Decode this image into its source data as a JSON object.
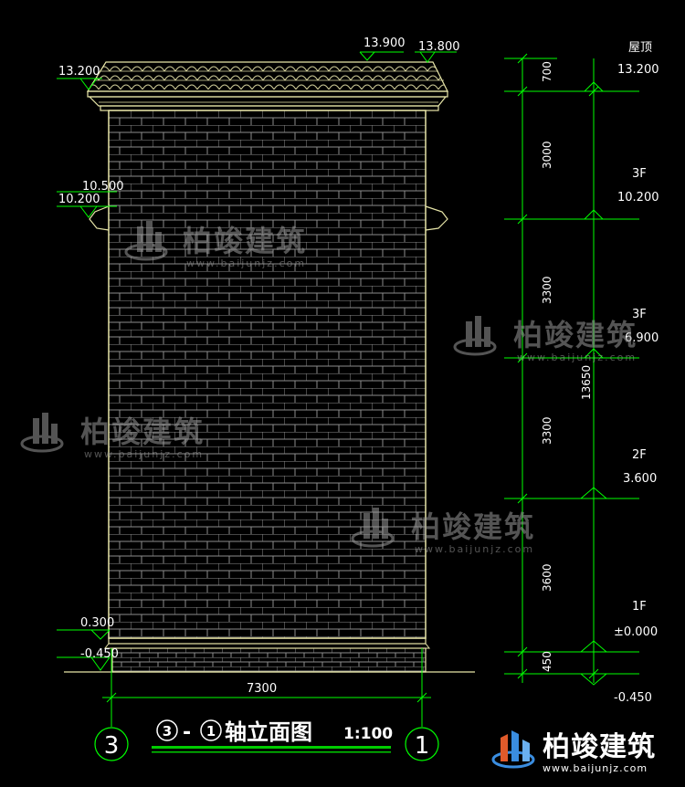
{
  "colors": {
    "background": "#000000",
    "wall": "#e8e6a8",
    "brick": "#8c8c8c",
    "dimension": "#00ff00",
    "text": "#ffffff",
    "title_underline": "#00cc00"
  },
  "left_elevations": {
    "top_left": "13.900",
    "top_right": "13.800",
    "eave": "13.200",
    "band_upper": "10.500",
    "band_lower": "10.200",
    "plinth_top": "0.300",
    "ground": "-0.450"
  },
  "right_levels": [
    {
      "floor": "屋顶",
      "elevation": "13.200"
    },
    {
      "floor": "3F",
      "elevation": "10.200"
    },
    {
      "floor": "3F",
      "elevation": "6.900"
    },
    {
      "floor": "2F",
      "elevation": "3.600"
    },
    {
      "floor": "1F",
      "elevation": "±0.000"
    },
    {
      "floor": "",
      "elevation": "-0.450"
    }
  ],
  "segment_dims": [
    "700",
    "3000",
    "3300",
    "3300",
    "3600",
    "450"
  ],
  "total_height_dim": "13650",
  "width_dim": "7300",
  "axis_left": "3",
  "axis_right": "1",
  "title": {
    "axis_from": "3",
    "dash": "-",
    "axis_to": "1",
    "name": "轴立面图",
    "scale": "1:100"
  },
  "watermark": {
    "brand": "柏竣建筑",
    "url": "www.baijunjz.com"
  }
}
